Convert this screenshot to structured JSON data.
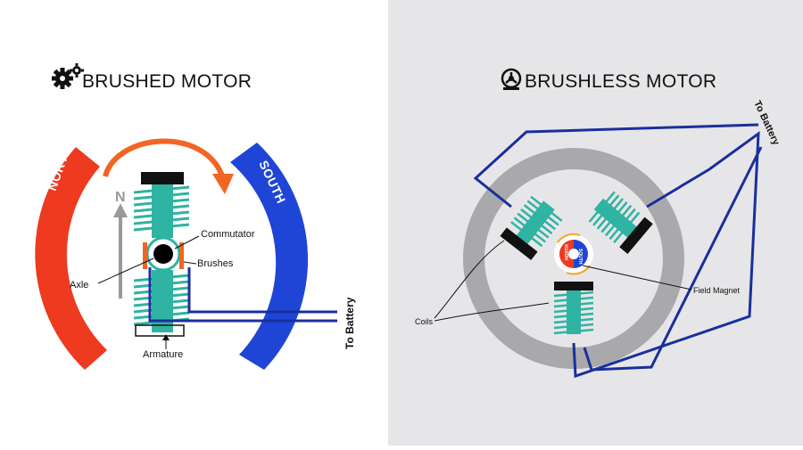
{
  "brushed": {
    "title": "BRUSHED MOTOR",
    "icon": "gears-icon",
    "north": "NORTH",
    "south": "SOUTH",
    "n_arrow": "N",
    "commutator": "Commutator",
    "brushes": "Brushes",
    "axle": "Axle",
    "armature": "Armature",
    "battery": "To Battery"
  },
  "brushless": {
    "title": "BRUSHLESS MOTOR",
    "icon": "fan-motor-icon",
    "battery": "To Battery",
    "field_magnet": "Field Magnet",
    "coils": "Coils",
    "rotor_north": "NORTH",
    "rotor_south": "SOUTH"
  },
  "colors": {
    "north_red": "#ee3a1f",
    "south_blue": "#1f45d6",
    "coil_teal": "#2fb3a3",
    "wire_navy": "#1a2f9c",
    "rotation_orange": "#f26522",
    "stator_gray": "#a9a9ab"
  }
}
